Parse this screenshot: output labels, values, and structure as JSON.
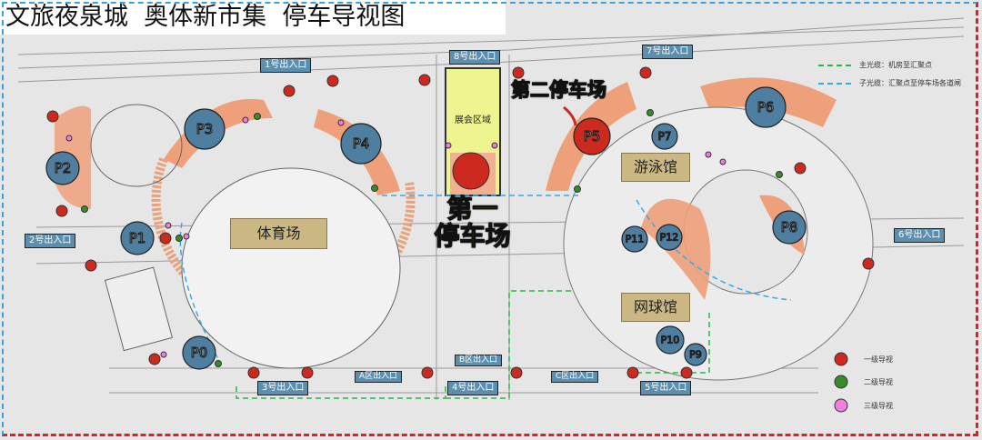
{
  "title": "文旅夜泉城  奥体新市集  停车导视图",
  "venues": {
    "stadium": "体育场",
    "expo": "展会区域",
    "swimming": "游泳馆",
    "tennis": "网球馆"
  },
  "lots": {
    "first": "第一\n停车场",
    "first_l1": "第一",
    "first_l2": "停车场",
    "second": "第二停车场"
  },
  "parking": [
    "P0",
    "P1",
    "P2",
    "P3",
    "P4",
    "P5",
    "P6",
    "P7",
    "P8",
    "P9",
    "P10",
    "P11",
    "P12"
  ],
  "entrances": {
    "e1": "1号出入口",
    "e2": "2号出入口",
    "e3": "3号出入口",
    "e4": "4号出入口",
    "e5": "5号出入口",
    "e6": "6号出入口",
    "e7": "7号出入口",
    "e8": "8号出入口",
    "a": "A区出入口",
    "b": "B区出入口",
    "c": "C区出入口"
  },
  "legend": {
    "main_cable": "主光缆：机房至汇聚点",
    "sub_cable": "子光缆：汇聚点至停车场各道闸",
    "level1": "一级导视",
    "level2": "二级导视",
    "level3": "三级导视"
  },
  "colors": {
    "level1": "#cc2a1e",
    "level2": "#3a8a2a",
    "level3": "#f07ee0",
    "parking": "#4f7fa0",
    "main_cable": "#22bb44",
    "sub_cable": "#33aaee"
  }
}
